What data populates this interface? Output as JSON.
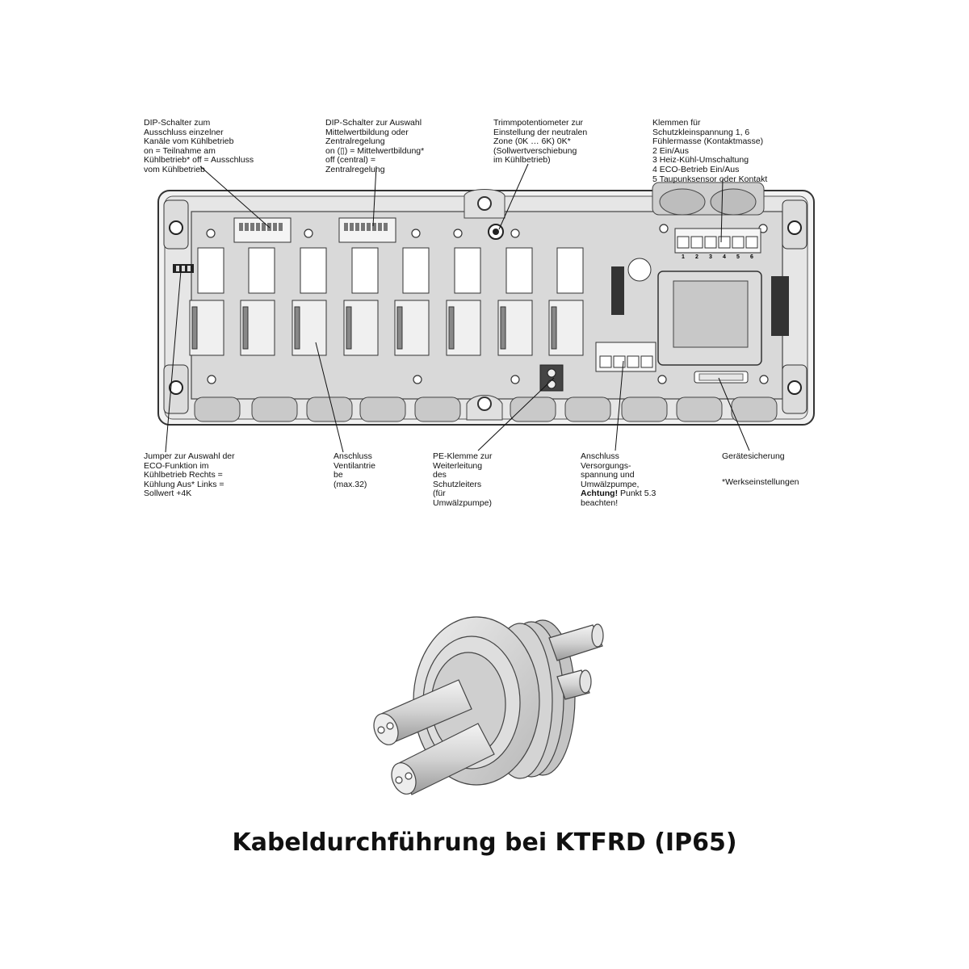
{
  "labels": {
    "dip_cooling": "DIP-Schalter zum\nAusschluss einzelner\nKanäle vom Kühlbetrieb\non = Teilnahme am\nKühlbetrieb* off = Ausschluss\nvom Kühlbetrieb",
    "dip_averaging": "DIP-Schalter zur Auswahl\nMittelwertbildung oder\nZentralregelung\non (▯) = Mittelwertbildung*\noff (central) =\nZentralregelung",
    "trim_pot": "Trimmpotentiometer zur\nEinstellung der neutralen\nZone (0K … 6K) 0K*\n(Sollwertverschiebung\nim Kühlbetrieb)",
    "terminals": "Klemmen für\nSchutzkleinspannung 1, 6\nFühlermasse (Kontaktmasse)\n2 Ein/Aus\n3 Heiz-Kühl-Umschaltung\n4 ECO-Betrieb Ein/Aus\n5 Taupunksensor oder Kontakt",
    "jumper": "Jumper zur Auswahl der\nECO-Funktion im\nKühlbetrieb Rechts =\nKühlung Aus* Links =\nSollwert +4K",
    "valve": "Anschluss\nVentilantrie\nbe\n(max.32)",
    "pe_clamp": "PE-Klemme zur\nWeiterleitung\ndes\nSchutzleiters\n(für\nUmwälzpumpe)",
    "supply_prefix": "Anschluss\nVersorgungs-\nspannung und\nUmwälzpumpe,\n",
    "supply_bold": "Achtung!",
    "supply_suffix": " Punkt 5.3\nbeachten!",
    "fuse": "Gerätesicherung",
    "factory": "*Werkseinstellungen"
  },
  "terminal_numbers": [
    "1",
    "2",
    "3",
    "4",
    "5",
    "6"
  ],
  "caption": "Kabeldurchführung bei KTFRD (IP65)"
}
